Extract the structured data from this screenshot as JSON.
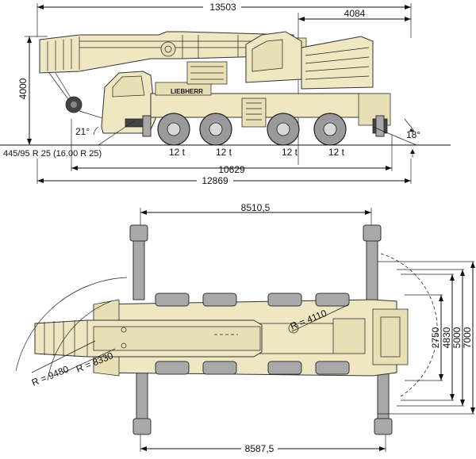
{
  "side_view": {
    "overall_length": "13503",
    "front_overhang": "4084",
    "height": "4000",
    "tyre_spec": "445/95 R 25 (16.00 R 25)",
    "approach_angle": "21°",
    "departure_angle": "18°",
    "axle_loads": [
      "12 t",
      "12 t",
      "12 t",
      "12 t"
    ],
    "wheelbase_length": "10629",
    "carrier_length": "12869",
    "brand_label": "LIEBHERR"
  },
  "top_view": {
    "outrigger_span_top": "8510,5",
    "outrigger_span_bottom": "8587,5",
    "tail_radius": "R = 4110",
    "boom_radius_inner": "R = 8330",
    "boom_radius_outer": "R = 9480",
    "outrigger_widths": [
      "2750",
      "4830",
      "5000",
      "7000"
    ]
  }
}
